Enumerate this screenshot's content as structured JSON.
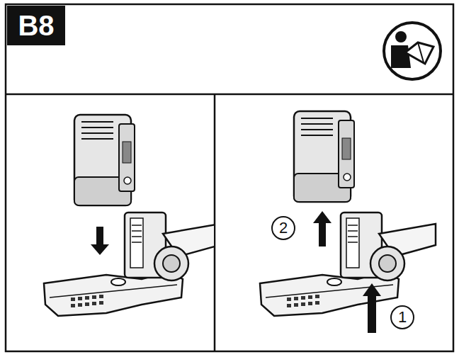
{
  "diagram": {
    "title": "B8",
    "nodes": [
      {
        "text": [
          "2"
        ]
      },
      {
        "text": [
          "1"
        ]
      }
    ]
  }
}
